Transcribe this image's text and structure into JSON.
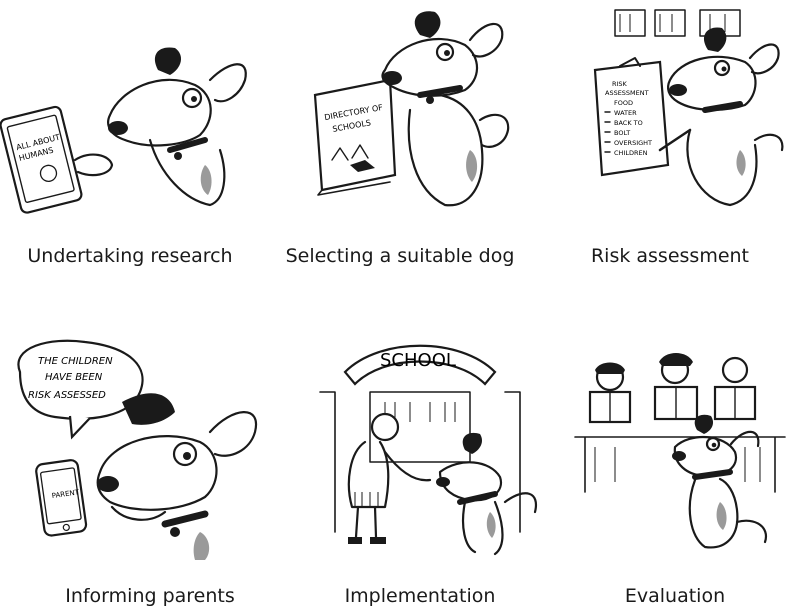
{
  "panels": [
    {
      "caption": "Undertaking research",
      "prop_text": [
        "ALL ABOUT",
        "HUMANS"
      ],
      "prop": "tablet"
    },
    {
      "caption": "Selecting a suitable dog",
      "prop_text": [
        "DIRECTORY OF",
        "SCHOOLS"
      ],
      "prop": "book"
    },
    {
      "caption": "Risk assessment",
      "prop_text": [
        "RISK",
        "ASSESSMENT",
        "FOOD",
        "WATER",
        "BACK TO",
        "BOLT",
        "OVERSIGHT",
        "CHILDREN"
      ],
      "prop": "clipboard"
    },
    {
      "caption": "Informing parents",
      "speech_text": [
        "THE CHILDREN",
        "HAVE BEEN",
        "RISK ASSESSED"
      ],
      "prop_text": [
        "PARENT"
      ],
      "prop": "phone"
    },
    {
      "caption": "Implementation",
      "sign_text": "SCHOOL",
      "prop": "school-gate"
    },
    {
      "caption": "Evaluation",
      "prop": "reading-children"
    }
  ],
  "colors": {
    "ink": "#1a1a1a",
    "shade": "#9a9a9a",
    "background": "#ffffff"
  }
}
